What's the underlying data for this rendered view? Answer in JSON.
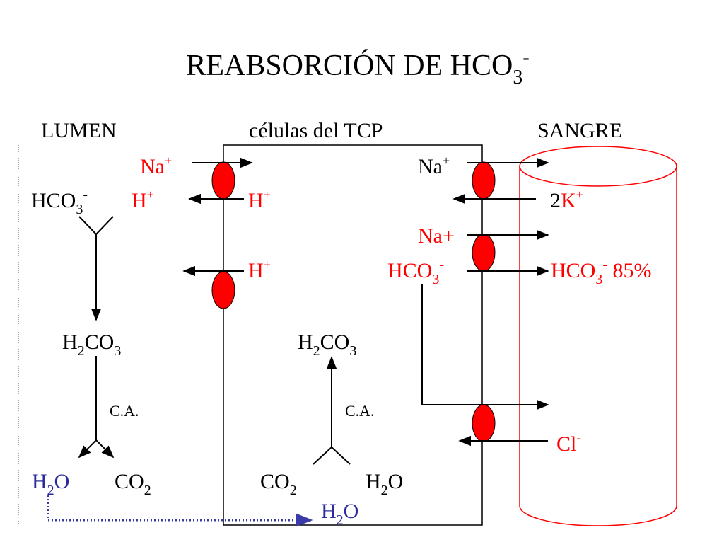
{
  "title": {
    "main": "REABSORCIÓN  DE HCO",
    "sub": "3",
    "sup": "-"
  },
  "headers": {
    "lumen": "LUMEN",
    "cells": "células del TCP",
    "blood": "SANGRE"
  },
  "colors": {
    "red": "#ff0000",
    "black": "#000000",
    "blue": "#2b2b9c",
    "dotted": "#3a3aa8"
  },
  "labels": {
    "na_plus_left": {
      "base": "Na",
      "sup": "+"
    },
    "hco3_lumen": {
      "base": "HCO",
      "sub": "3",
      "sup": "-"
    },
    "h_plus_lumen": {
      "base": "H",
      "sup": "+"
    },
    "h_plus_cell_1": {
      "base": "H",
      "sup": "+"
    },
    "h_plus_cell_2": {
      "base": "H",
      "sup": "+"
    },
    "na_plus_right": {
      "base": "Na",
      "sup": "+"
    },
    "two_k_plus": {
      "prefix": "2",
      "base": "K",
      "sup": "+"
    },
    "na_plus_right_2": {
      "base": "Na+"
    },
    "hco3_cell": {
      "base": "HCO",
      "sub": "3",
      "sup": "-"
    },
    "hco3_blood": {
      "base": "HCO",
      "sub": "3",
      "sup": "-",
      "suffix": " 85%"
    },
    "h2co3_lumen": {
      "a": "H",
      "b": "2",
      "c": "CO",
      "d": "3"
    },
    "h2co3_cell": {
      "a": "H",
      "b": "2",
      "c": "CO",
      "d": "3"
    },
    "ca_lumen": "C.A.",
    "ca_cell": "C.A.",
    "h2o_lumen": {
      "a": "H",
      "b": "2",
      "c": "O"
    },
    "co2_lumen": {
      "a": "CO",
      "b": "2"
    },
    "co2_cell": {
      "a": "CO",
      "b": "2"
    },
    "h2o_cell": {
      "a": "H",
      "b": "2",
      "c": "O"
    },
    "h2o_bottom": {
      "a": "H",
      "b": "2",
      "c": "O"
    },
    "cl_minus": {
      "base": "Cl",
      "sup": "-"
    }
  }
}
